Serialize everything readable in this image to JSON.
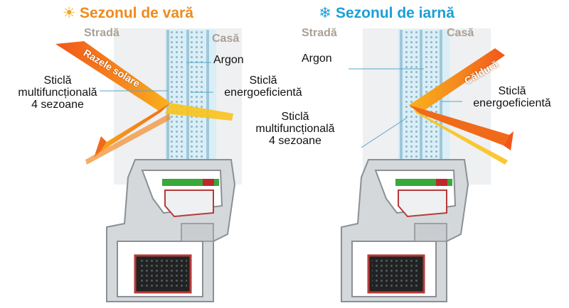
{
  "colors": {
    "summer_title": "#f08a1c",
    "winter_title": "#1a9fd8",
    "side_label": "#aaa095",
    "beam_orange": "#f06a1a",
    "beam_yellow": "#f7c21a",
    "pvc_gray": "#cfd3d6",
    "seal_red": "#c0282d",
    "reinforce_green": "#3aa83a",
    "glass_blue": "#bfe3f2"
  },
  "summer": {
    "icon": "sun-icon",
    "title": "Sezonul de vară",
    "outside": "Stradă",
    "inside": "Casă",
    "beam_label": "Razele solare",
    "argon": "Argon",
    "energy_glass": [
      "Sticlă",
      "energoeficientă"
    ],
    "multi_glass": [
      "Sticlă",
      "multifuncțională",
      "4 sezoane"
    ]
  },
  "winter": {
    "icon": "snowflake-icon",
    "title": "Sezonul de iarnă",
    "outside": "Stradă",
    "inside": "Casă",
    "beam_label": "Căldură",
    "argon": "Argon",
    "energy_glass": [
      "Sticlă",
      "energoeficientă"
    ],
    "multi_glass": [
      "Sticlă",
      "multifuncțională",
      "4 sezoane"
    ]
  }
}
